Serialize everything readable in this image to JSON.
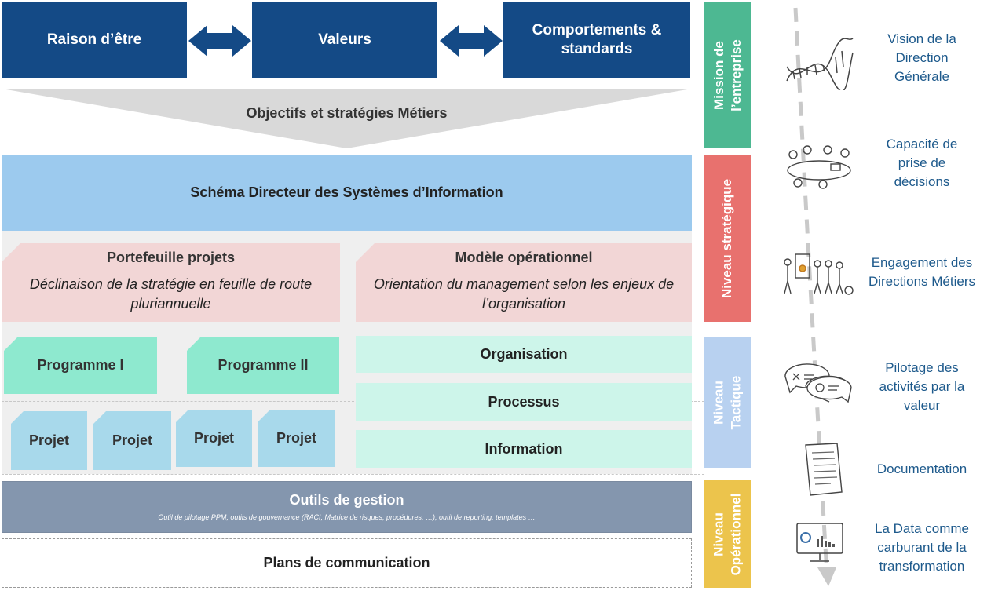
{
  "mission": {
    "raison": "Raison d’être",
    "valeurs": "Valeurs",
    "comportements": "Comportements & standards"
  },
  "objectifs": "Objectifs et stratégies Métiers",
  "sdsi": "Schéma Directeur des Systèmes d’Information",
  "portefeuille": {
    "title": "Portefeuille projets",
    "subtitle": "Déclinaison de la stratégie en feuille de route pluriannuelle"
  },
  "modele": {
    "title": "Modèle opérationnel",
    "subtitle": "Orientation du management selon les enjeux  de l’organisation"
  },
  "programmes": [
    "Programme I",
    "Programme II"
  ],
  "projets": [
    "Projet",
    "Projet",
    "Projet",
    "Projet"
  ],
  "operational_rows": [
    "Organisation",
    "Processus",
    "Information"
  ],
  "outils": {
    "title": "Outils de gestion",
    "subtitle": "Outil de pilotage PPM, outils de gouvernance (RACI, Matrice de risques, procédures, …), outil de reporting, templates …"
  },
  "plans": "Plans de communication",
  "levels": [
    {
      "label": "Mission de l’entreprise",
      "color": "#4db892"
    },
    {
      "label": "Niveau stratégique",
      "color": "#e8716e"
    },
    {
      "label": "Niveau Tactique",
      "color": "#b8d1f0"
    },
    {
      "label": "Niveau Opérationnel",
      "color": "#ecc44c"
    }
  ],
  "right_items": [
    {
      "label": "Vision de la Direction Générale",
      "icon": "dna-icon"
    },
    {
      "label": "Capacité de prise de décisions",
      "icon": "meeting-table-icon"
    },
    {
      "label": "Engagement des Directions Métiers",
      "icon": "team-presentation-icon"
    },
    {
      "label": "Pilotage des activités par la valeur",
      "icon": "speech-bubbles-icon"
    },
    {
      "label": "Documentation",
      "icon": "document-icon"
    },
    {
      "label": "La Data comme carburant de la transformation",
      "icon": "dashboard-monitor-icon"
    }
  ]
}
